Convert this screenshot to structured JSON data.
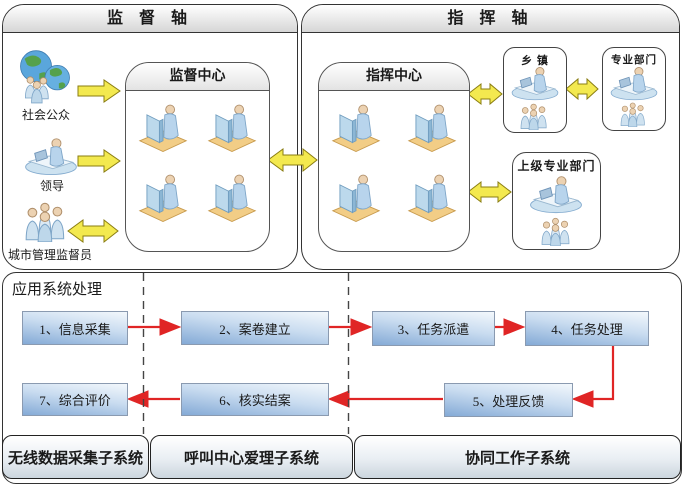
{
  "supervision": {
    "title": "监 督 轴",
    "center_title": "监督中心",
    "actors": [
      {
        "label": "社会公众"
      },
      {
        "label": "领导"
      },
      {
        "label": "城市管理监督员"
      }
    ]
  },
  "command": {
    "title": "指 挥 轴",
    "center_title": "指挥中心",
    "units": [
      {
        "label": "乡 镇"
      },
      {
        "label": "专业部门"
      },
      {
        "label": "上级专业部门"
      }
    ]
  },
  "process": {
    "title": "应用系统处理",
    "steps": [
      {
        "label": "1、信息采集"
      },
      {
        "label": "2、案卷建立"
      },
      {
        "label": "3、任务派遣"
      },
      {
        "label": "4、任务处理"
      },
      {
        "label": "5、处理反馈"
      },
      {
        "label": "6、核实结案"
      },
      {
        "label": "7、综合评价"
      }
    ],
    "subsystems": [
      {
        "label": "无线数据采集子系统"
      },
      {
        "label": "呼叫中心爱理子系统"
      },
      {
        "label": "协同工作子系统"
      }
    ]
  },
  "colors": {
    "arrow_yellow": "#f3e94f",
    "arrow_red": "#e02525",
    "step_box_blue": "#84aad6"
  }
}
